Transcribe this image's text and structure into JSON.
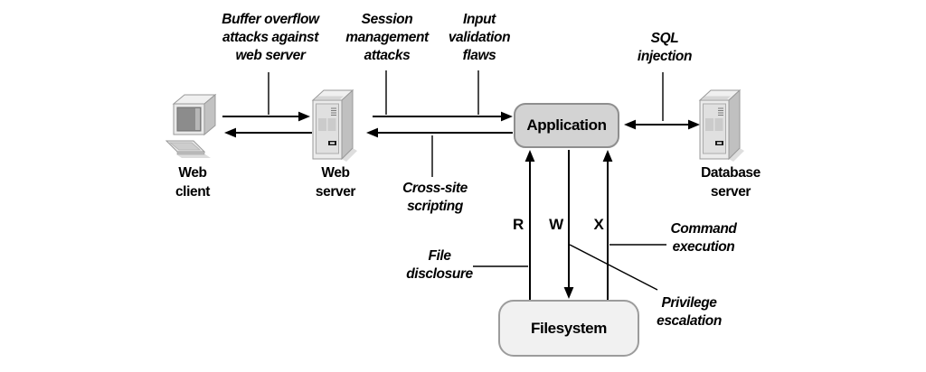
{
  "attack_labels": {
    "buffer_overflow": "Buffer overflow\nattacks against\nweb server",
    "session_management": "Session\nmanagement\nattacks",
    "input_validation": "Input\nvalidation\nflaws",
    "sql_injection": "SQL\ninjection",
    "cross_site_scripting": "Cross-site\nscripting",
    "file_disclosure": "File\ndisclosure",
    "command_execution": "Command\nexecution",
    "privilege_escalation": "Privilege\nescalation"
  },
  "nodes": {
    "web_client": "Web\nclient",
    "web_server": "Web\nserver",
    "application": "Application",
    "database_server": "Database\nserver",
    "filesystem": "Filesystem"
  },
  "filesystem_permissions": {
    "read": "R",
    "write": "W",
    "execute": "X"
  },
  "colors": {
    "application_box_fill": "#d3d3d3",
    "application_box_border": "#8e8e8e",
    "filesystem_box_fill": "#f1f1f1",
    "filesystem_box_border": "#9c9c9c",
    "connector": "#000000",
    "icon_light": "#efefef",
    "icon_mid": "#e2e2e2",
    "icon_dark": "#c0c0c0",
    "screen": "#8c8c8c"
  }
}
